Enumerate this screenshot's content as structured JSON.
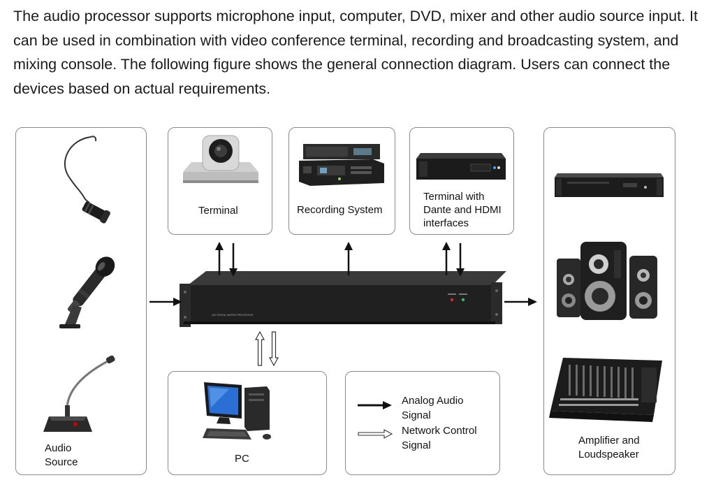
{
  "intro_text": "The audio processor supports microphone input, computer, DVD, mixer and other audio source input. It can be used in combination with video conference terminal, recording and broadcasting system, and mixing console. The following figure shows the general connection diagram. Users can connect the devices based on actual requirements.",
  "diagram": {
    "audio_source": {
      "label_line1": "Audio",
      "label_line2": "Source"
    },
    "terminal": {
      "label": "Terminal"
    },
    "recording_system": {
      "label": "Recording System"
    },
    "dante_terminal": {
      "label_line1": "Terminal with",
      "label_line2": "Dante and HDMI",
      "label_line3": "interfaces"
    },
    "output": {
      "label_line1": "Amplifier and",
      "label_line2": "Loudspeaker"
    },
    "pc": {
      "label": "PC"
    },
    "processor": {
      "front_text": "16X DIGITAL MATRIX PROCESSOR"
    },
    "legend": {
      "analog_line1": "Analog Audio",
      "analog_line2": "Signal",
      "network_line1": "Network Control",
      "network_line2": "Signal"
    }
  }
}
